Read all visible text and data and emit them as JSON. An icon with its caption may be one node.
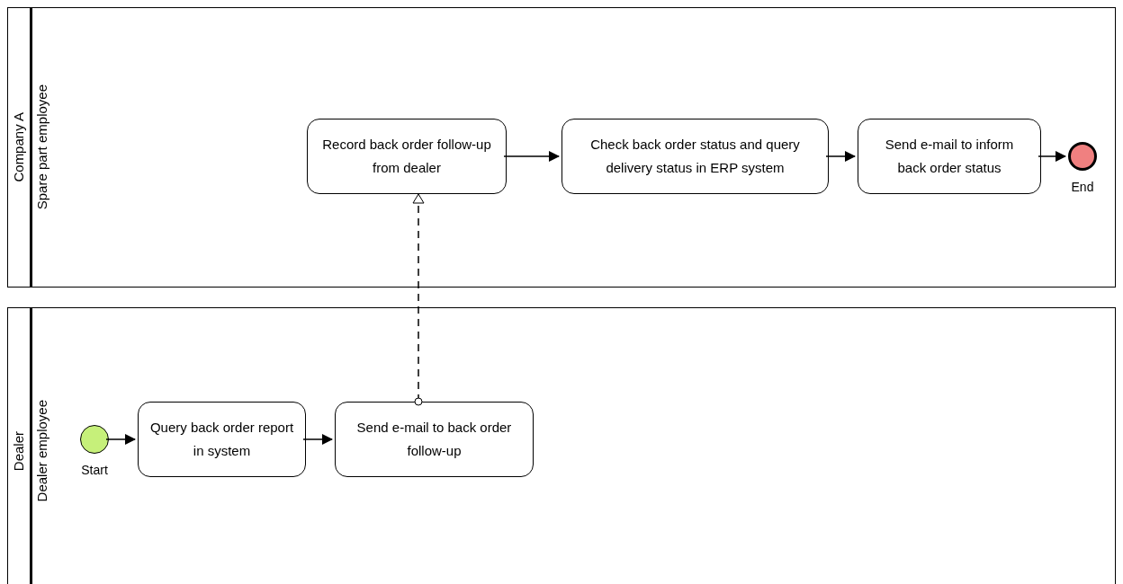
{
  "diagram": {
    "nodes": [
      {
        "text": [
          "Company A"
        ]
      },
      {
        "text": [
          "Spare part employee"
        ],
        "in": 0
      },
      {
        "text": [
          "Record back order follow-up from dealer"
        ],
        "in": 1
      },
      {
        "text": [
          "Check back order status and query delivery status in ERP system"
        ],
        "in": 1
      },
      {
        "text": [
          "Send e-mail to inform back order status"
        ],
        "in": 1
      },
      {
        "text": [],
        "shape": "circle",
        "beside": [
          "End"
        ],
        "in": 1
      },
      {
        "text": [
          "Dealer"
        ]
      },
      {
        "text": [
          "Dealer employee"
        ],
        "in": 6
      },
      {
        "text": [],
        "shape": "circle",
        "beside": [
          "Start"
        ],
        "in": 7
      },
      {
        "text": [
          "Query back order report in system"
        ],
        "in": 7
      },
      {
        "text": [
          "Send e-mail to back order follow-up"
        ],
        "in": 7
      }
    ],
    "edges": [
      {
        "from": 8,
        "to": 9,
        "arrow": "to"
      },
      {
        "from": 9,
        "to": 10,
        "arrow": "to"
      },
      {
        "from": 10,
        "to": 2,
        "arrow": "to",
        "style": "dashed"
      },
      {
        "from": 2,
        "to": 3,
        "arrow": "to"
      },
      {
        "from": 3,
        "to": 4,
        "arrow": "to"
      },
      {
        "from": 4,
        "to": 5,
        "arrow": "to"
      }
    ]
  }
}
